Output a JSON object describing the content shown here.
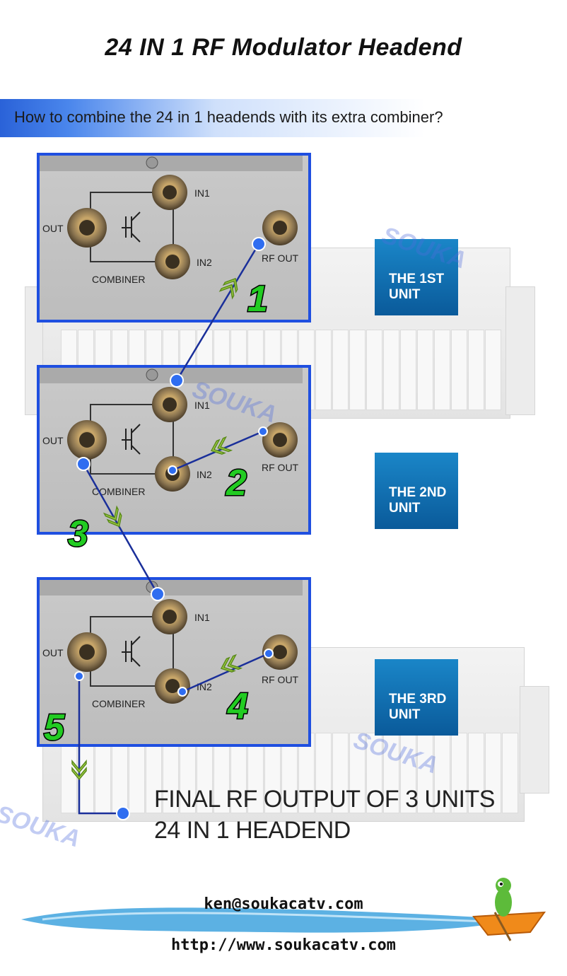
{
  "title": "24 IN 1 RF Modulator Headend",
  "question": "How to combine the 24 in 1 headends with its extra combiner?",
  "panel_labels": {
    "in1": "IN1",
    "in2": "IN2",
    "out": "OUT",
    "rf_out": "RF OUT",
    "combiner": "COMBINER"
  },
  "units": [
    {
      "label": "THE 1ST UNIT"
    },
    {
      "label": "THE 2ND UNIT"
    },
    {
      "label": "THE 3RD UNIT"
    }
  ],
  "steps": [
    "1",
    "2",
    "3",
    "4",
    "5"
  ],
  "watermark": "SOUKA",
  "final_output": {
    "line1": "FINAL RF OUTPUT OF 3 UNITS",
    "line2": "24 IN 1 HEADEND"
  },
  "contact": {
    "email": "ken@soukacatv.com",
    "website": "http://www.soukacatv.com"
  },
  "colors": {
    "panel_border": "#1f4fe0",
    "badge": "#0e6aae",
    "cable": "#1a2f9a",
    "arrow": "#9ccc3a",
    "step_number": "#22cc22"
  }
}
